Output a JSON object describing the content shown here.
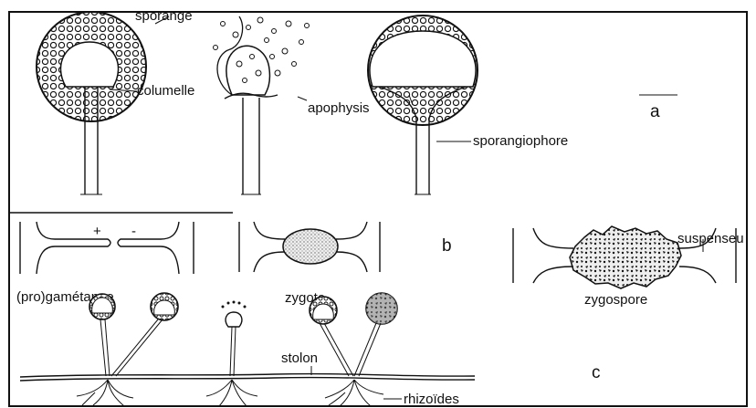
{
  "figure": {
    "labels": {
      "sporange": "sporange",
      "columelle": "columelle",
      "apophysis": "apophysis",
      "sporangiophore": "sporangiophore",
      "panel_a": "a",
      "plus": "+",
      "minus": "-",
      "progametange": "(pro)gamétange",
      "zygote": "zygote",
      "panel_b": "b",
      "suspenseur": "suspenseu",
      "zygospore": "zygospore",
      "stolon": "stolon",
      "panel_c": "c",
      "rhizoides": "rhizoïdes"
    }
  }
}
